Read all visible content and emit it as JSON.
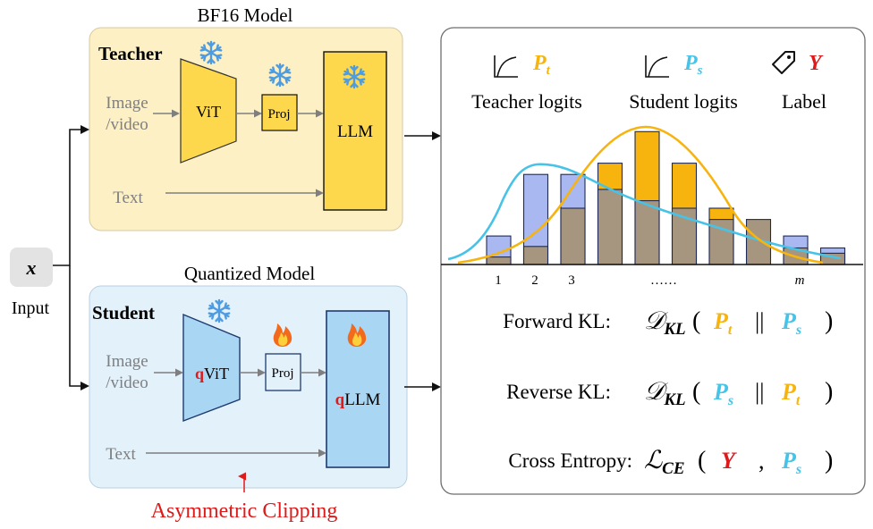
{
  "colors": {
    "teacher_bg": "#fdf0c4",
    "student_bg": "#e3f1fb",
    "teacher_block": "#fdd84c",
    "student_block": "#a8d6f3",
    "orange": "#f7b40e",
    "cyan": "#47c3e8",
    "red": "#dd1b1b",
    "grey_bar": "#a6967f",
    "blue_bar": "#a9b8f0"
  },
  "input": {
    "symbol": "x",
    "label": "Input"
  },
  "teacher": {
    "title": "BF16 Model",
    "name": "Teacher",
    "image_label_1": "Image",
    "image_label_2": "/video",
    "vit": "ViT",
    "proj": "Proj",
    "llm": "LLM",
    "text": "Text",
    "frozen_icon": "snowflake-icon"
  },
  "student": {
    "title": "Quantized Model",
    "name": "Student",
    "image_label_1": "Image",
    "image_label_2": "/video",
    "vit_prefix": "q",
    "vit": "ViT",
    "proj": "Proj",
    "llm_prefix": "q",
    "llm": "LLM",
    "text": "Text",
    "trainable_icon": "fire-icon",
    "clipping_label": "Asymmetric Clipping"
  },
  "legend": {
    "teacher": {
      "icon": "curve-icon",
      "symbol": "P",
      "sub": "t",
      "label": "Teacher logits"
    },
    "student": {
      "icon": "curve-icon",
      "symbol": "P",
      "sub": "s",
      "label": "Student logits"
    },
    "label": {
      "icon": "tag-icon",
      "symbol": "Y",
      "label": "Label"
    }
  },
  "chart": {
    "x_ticks": [
      "1",
      "2",
      "3",
      "……",
      "m"
    ],
    "bars": [
      {
        "grey": 0.1,
        "teacher_top": null,
        "student_top": 0.38
      },
      {
        "grey": 0.24,
        "teacher_top": null,
        "student_top": 1.2
      },
      {
        "grey": 0.75,
        "teacher_top": null,
        "student_top": 1.2
      },
      {
        "grey": 1.0,
        "teacher_top": 1.35,
        "student_top": null
      },
      {
        "grey": 0.85,
        "teacher_top": 1.77,
        "student_top": null
      },
      {
        "grey": 0.75,
        "teacher_top": 1.35,
        "student_top": null
      },
      {
        "grey": 0.6,
        "teacher_top": 0.75,
        "student_top": null
      },
      {
        "grey": 0.6,
        "teacher_top": null,
        "student_top": null
      },
      {
        "grey": 0.22,
        "teacher_top": null,
        "student_top": 0.38
      },
      {
        "grey": 0.15,
        "teacher_top": null,
        "student_top": 0.22
      }
    ]
  },
  "formulas": {
    "forward": {
      "label": "Forward KL:",
      "op": "𝒟",
      "sub": "KL",
      "open": "(",
      "a": "P",
      "a_sub": "t",
      "sep": "||",
      "b": "P",
      "b_sub": "s",
      "close": ")"
    },
    "reverse": {
      "label": "Reverse KL:",
      "op": "𝒟",
      "sub": "KL",
      "open": "(",
      "a": "P",
      "a_sub": "s",
      "sep": "||",
      "b": "P",
      "b_sub": "t",
      "close": ")"
    },
    "ce": {
      "label": "Cross Entropy:",
      "op": "ℒ",
      "sub": "CE",
      "open": "(",
      "a": "Y",
      "sep": ",",
      "b": "P",
      "b_sub": "s",
      "close": ")"
    }
  }
}
